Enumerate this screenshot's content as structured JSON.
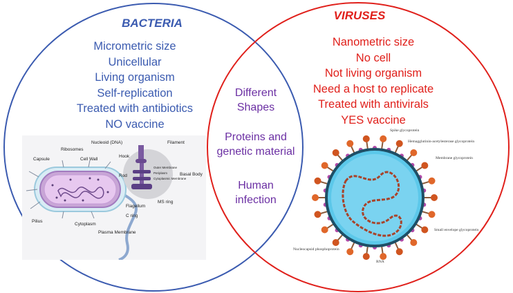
{
  "bacteria": {
    "title": "BACTERIA",
    "color": "#3b5bb0",
    "traits": [
      "Micrometric size",
      "Unicellular",
      "Living organism",
      "Self-replication",
      "Treated with antibiotics",
      "NO vaccine"
    ],
    "illustration_labels": {
      "capsule": "Capsule",
      "ribosomes": "Ribosomes",
      "cell_wall": "Cell Wall",
      "nucleoid": "Nucleoid (DNA)",
      "pilius": "Pilius",
      "cytoplasm": "Cytoplasm",
      "plasma_membrane": "Plasma Membrane",
      "flagellum": "Flagellum",
      "filament": "Filament",
      "hook": "Hook",
      "rod": "Rod",
      "outer_membrane": "Outer Membrane",
      "periplasm": "Periplasm",
      "cytoplasmic_membrane": "Cytoplasmic Membrane",
      "basal_body": "Basal Body",
      "ms_ring": "MS ring",
      "c_ring": "C ring"
    }
  },
  "viruses": {
    "title": "VIRUSES",
    "color": "#e0201b",
    "traits": [
      "Nanometric size",
      "No cell",
      "Not living organism",
      "Need a host to replicate",
      "Treated with antivirals",
      "YES vaccine"
    ],
    "illustration_labels": {
      "spike": "Spike glycoprotein",
      "hemagglutinin": "Hemagglutinin-acetylesterase glycoprotein",
      "membrane": "Membrane glycoprotein",
      "small_envelope": "Small envelope glycoprotein",
      "nucleocapsid": "Nucleocapsid phosphoprotein",
      "rna": "RNA"
    }
  },
  "shared": {
    "color": "#6b2fa3",
    "items": [
      {
        "line1": "Different",
        "line2": "Shapes"
      },
      {
        "line1": "Proteins and",
        "line2": "genetic material"
      },
      {
        "line1": "Human",
        "line2": "infection"
      }
    ]
  }
}
